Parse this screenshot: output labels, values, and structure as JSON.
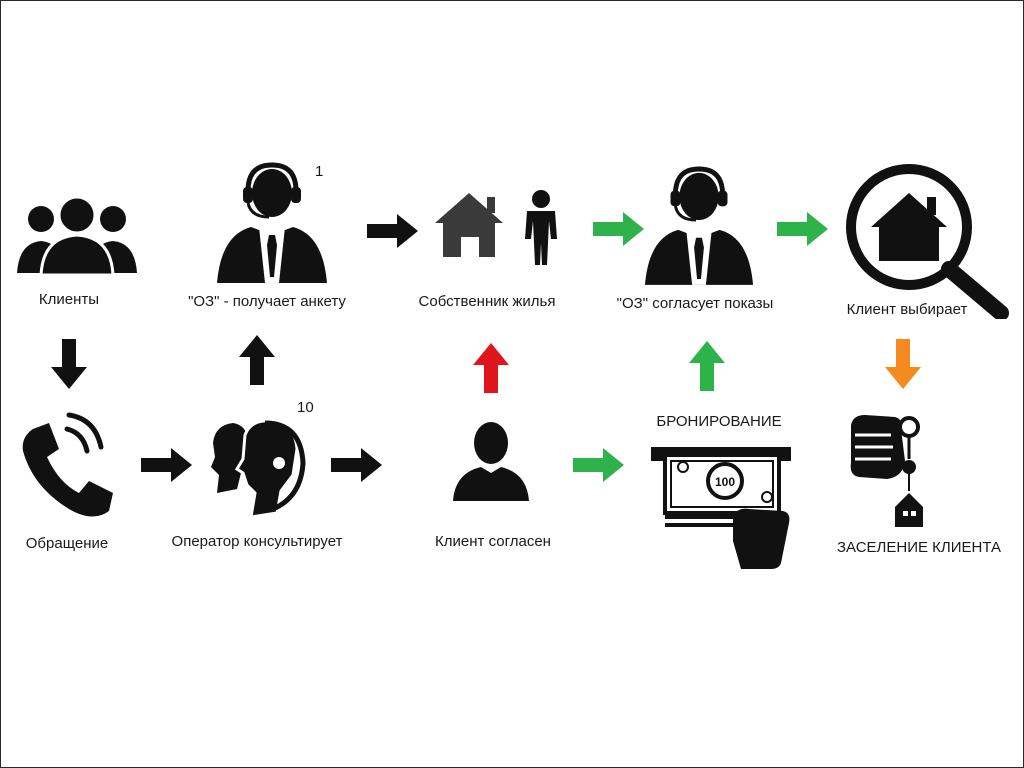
{
  "nodes": {
    "clients": {
      "label": "Клиенты",
      "icon": "group-of-people-icon"
    },
    "oz_receives": {
      "label": "\"ОЗ\" - получает анкету",
      "number": "1",
      "icon": "operator-headset-icon"
    },
    "owner": {
      "label": "Собственник жилья",
      "icon": "house-and-person-icon"
    },
    "oz_agrees": {
      "label": "\"ОЗ\"  согласует показы",
      "icon": "operator-headset-icon"
    },
    "client_chooses": {
      "label": "Клиент выбирает",
      "icon": "house-search-icon"
    },
    "request": {
      "label": "Обращение",
      "icon": "phone-icon"
    },
    "operator_consults": {
      "label": "Оператор консультирует",
      "number": "10",
      "icon": "call-center-operators-icon"
    },
    "client_agrees": {
      "label": "Клиент согласен",
      "icon": "person-silhouette-icon"
    },
    "booking": {
      "label": "БРОНИРОВАНИЕ",
      "icon": "cash-payment-icon"
    },
    "check_in": {
      "label": "ЗАСЕЛЕНИЕ КЛИЕНТА",
      "icon": "keys-in-hand-icon"
    }
  },
  "colors": {
    "black_arrow": "#111111",
    "green_arrow": "#2db34a",
    "red_arrow": "#e0141b",
    "orange_arrow": "#f58a1f",
    "icon_dark": "#111111",
    "icon_gray": "#3a3a3a"
  }
}
